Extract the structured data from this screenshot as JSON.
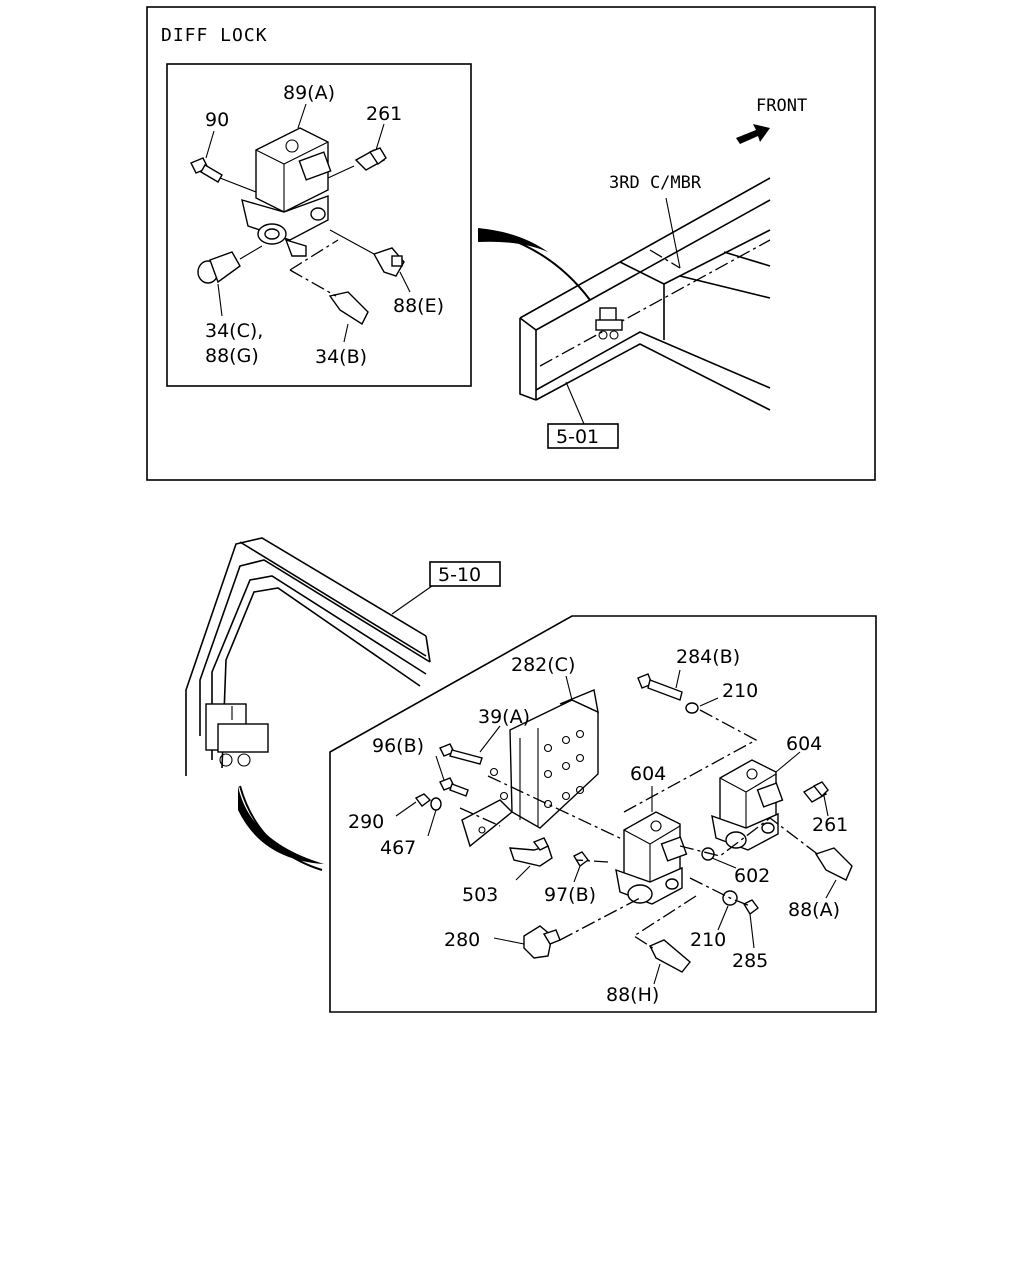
{
  "panels": {
    "top": {
      "title": "DIFF LOCK",
      "direction_label": "FRONT",
      "member_label": "3RD C/MBR",
      "ref_box": "5-01",
      "callouts": {
        "c89a": "89(A)",
        "c90": "90",
        "c261": "261",
        "c34c": "34(C),",
        "c88g": "88(G)",
        "c34b": "34(B)",
        "c88e": "88(E)"
      }
    },
    "bottom": {
      "ref_box": "5-10",
      "callouts": {
        "c282c": "282(C)",
        "c284b": "284(B)",
        "c210a": "210",
        "c39a": "39(A)",
        "c96b": "96(B)",
        "c604a": "604",
        "c604b": "604",
        "c290": "290",
        "c467": "467",
        "c261": "261",
        "c602": "602",
        "c503": "503",
        "c97b": "97(B)",
        "c88a": "88(A)",
        "c210b": "210",
        "c280": "280",
        "c285": "285",
        "c88h": "88(H)"
      }
    }
  }
}
